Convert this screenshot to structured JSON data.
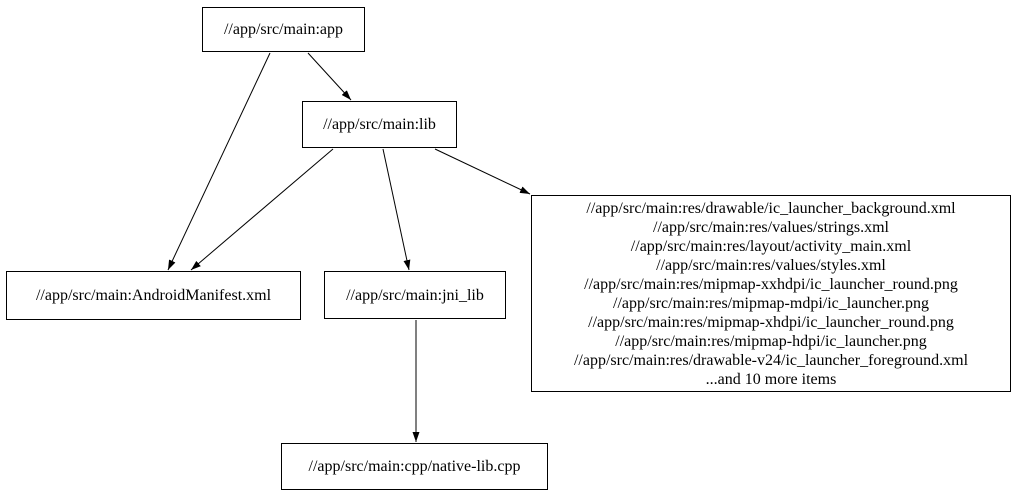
{
  "diagram": {
    "type": "dependency-graph",
    "background_color": "#ffffff",
    "node_border_color": "#000000",
    "text_color": "#000000",
    "edge_color": "#000000",
    "nodes": {
      "app": {
        "label": "//app/src/main:app"
      },
      "lib": {
        "label": "//app/src/main:lib"
      },
      "manifest": {
        "label": "//app/src/main:AndroidManifest.xml"
      },
      "jni_lib": {
        "label": "//app/src/main:jni_lib"
      },
      "res_group": {
        "lines": [
          "//app/src/main:res/drawable/ic_launcher_background.xml",
          "//app/src/main:res/values/strings.xml",
          "//app/src/main:res/layout/activity_main.xml",
          "//app/src/main:res/values/styles.xml",
          "//app/src/main:res/mipmap-xxhdpi/ic_launcher_round.png",
          "//app/src/main:res/mipmap-mdpi/ic_launcher.png",
          "//app/src/main:res/mipmap-xhdpi/ic_launcher_round.png",
          "//app/src/main:res/mipmap-hdpi/ic_launcher.png",
          "//app/src/main:res/drawable-v24/ic_launcher_foreground.xml",
          "...and 10 more items"
        ]
      },
      "native_lib": {
        "label": "//app/src/main:cpp/native-lib.cpp"
      }
    },
    "edges": [
      {
        "from": "app",
        "to": "manifest"
      },
      {
        "from": "app",
        "to": "lib"
      },
      {
        "from": "lib",
        "to": "manifest"
      },
      {
        "from": "lib",
        "to": "jni_lib"
      },
      {
        "from": "lib",
        "to": "res_group"
      },
      {
        "from": "jni_lib",
        "to": "native_lib"
      }
    ]
  }
}
